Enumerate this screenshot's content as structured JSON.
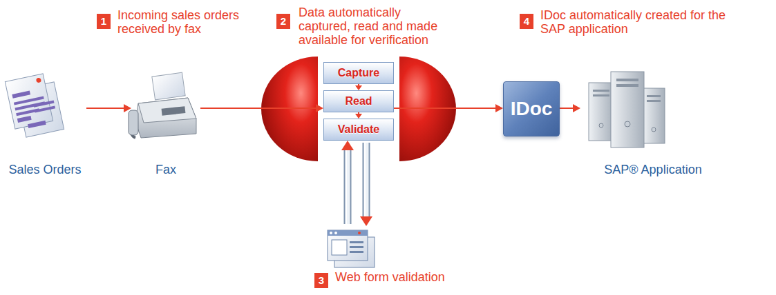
{
  "diagram": {
    "nodes": [
      {
        "text": [
          "Sales Orders"
        ]
      },
      {
        "text": [
          "Fax"
        ]
      },
      {
        "text": [
          "Capture"
        ]
      },
      {
        "text": [
          "Read"
        ]
      },
      {
        "text": [
          "Validate"
        ]
      },
      {
        "text": [
          "Web form validation"
        ]
      },
      {
        "text": [
          "IDoc"
        ]
      },
      {
        "text": [
          "SAP® Application"
        ]
      }
    ],
    "edges": [
      {
        "from": 0,
        "to": 1,
        "arrow": "to"
      },
      {
        "from": 1,
        "to": 3,
        "arrow": "to"
      },
      {
        "from": 2,
        "to": 3,
        "arrow": "to"
      },
      {
        "from": 3,
        "to": 4,
        "arrow": "to"
      },
      {
        "from": 5,
        "to": 4,
        "arrow": "to"
      },
      {
        "from": 4,
        "to": 5,
        "arrow": "to"
      },
      {
        "from": 3,
        "to": 6,
        "arrow": "to"
      },
      {
        "from": 6,
        "to": 7,
        "arrow": "to"
      }
    ],
    "labels": [
      "1",
      "Incoming sales orders received by fax",
      "2",
      "Data automatically captured, read and made available for verification",
      "4",
      "IDoc automatically created for the SAP application",
      "3"
    ]
  }
}
